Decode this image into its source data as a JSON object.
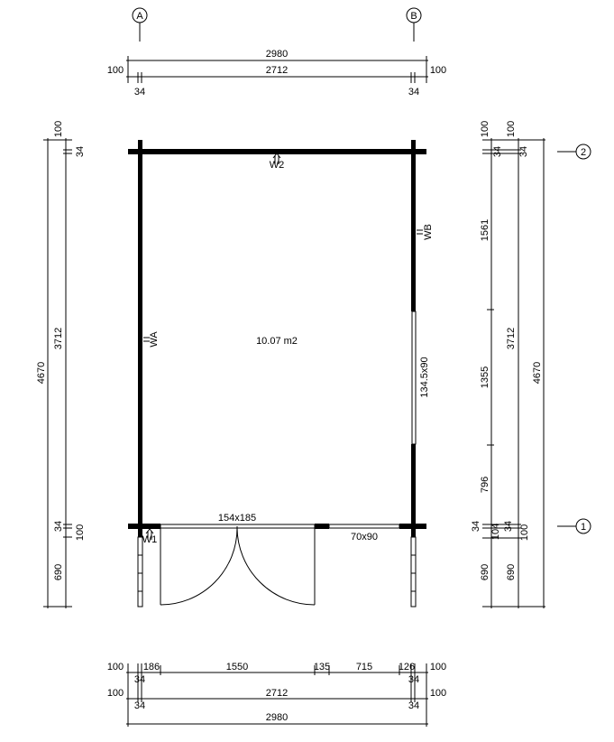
{
  "axes": {
    "a": "A",
    "b": "B",
    "one": "1",
    "two": "2"
  },
  "room": {
    "area": "10.07 m2"
  },
  "openings": {
    "door": "154x185",
    "front_window": "70x90",
    "side_window": "134.5x90"
  },
  "wall_tags": {
    "w1": "W1",
    "w2": "W2",
    "wa": "WA",
    "wb": "WB"
  },
  "top_dims": {
    "overall": "2980",
    "inner": "2712",
    "left_over": "100",
    "right_over": "100",
    "left_wall": "34",
    "right_wall": "34"
  },
  "bottom_dims": {
    "row1": [
      "100",
      "186",
      "1550",
      "135",
      "715",
      "126",
      "100"
    ],
    "row1_walls": [
      "34",
      "34"
    ],
    "inner": "2712",
    "left_over": "100",
    "right_over": "100",
    "row2_walls": [
      "34",
      "34"
    ],
    "overall": "2980"
  },
  "left_dims": {
    "top_over": "100",
    "top_wall": "34",
    "inner": "3712",
    "overall": "4670",
    "bottom_wall": "34",
    "bottom_over": "100",
    "porch": "690"
  },
  "right_dims": {
    "top_over_1": "100",
    "top_over_2": "100",
    "top_wall_1": "34",
    "top_wall_2": "34",
    "seg1": "1561",
    "seg2": "1355",
    "seg3": "796",
    "inner": "3712",
    "overall": "4670",
    "bottom_wall_1": "34",
    "bottom_mid": "104",
    "bottom_wall_2": "34",
    "bottom_over": "100",
    "porch_1": "690",
    "porch_2": "690"
  }
}
